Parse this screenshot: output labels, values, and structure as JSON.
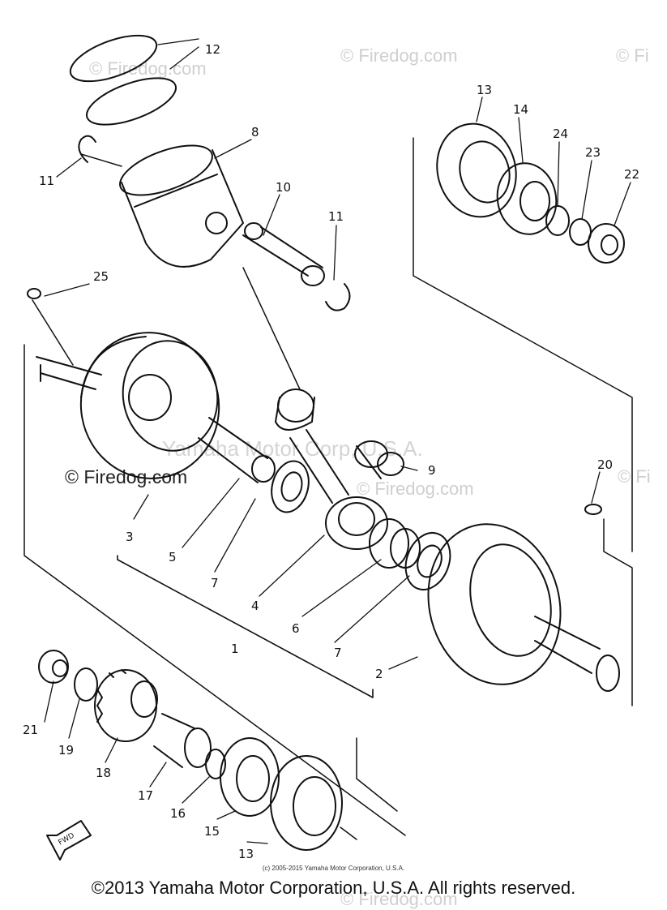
{
  "watermarks": {
    "firedog": "© Firedog.com",
    "firedog_bold": "© Firedog.com",
    "firedog_partial_right": "© Fi",
    "yamaha_center": "Yamaha Motor Corp, U.S.A."
  },
  "callouts": [
    "1",
    "2",
    "3",
    "4",
    "5",
    "6",
    "7",
    "7",
    "8",
    "9",
    "10",
    "11",
    "11",
    "12",
    "13",
    "13",
    "14",
    "15",
    "16",
    "17",
    "18",
    "19",
    "20",
    "21",
    "22",
    "23",
    "24",
    "25"
  ],
  "labels": {
    "fwd": "FWD"
  },
  "footer": {
    "small_copyright": "(c) 2005-2015 Yamaha Motor Corporation, U.S.A.",
    "copyright": "©2013 Yamaha Motor Corporation, U.S.A. All rights reserved."
  },
  "colors": {
    "line": "#111111",
    "watermark": "#cfcfcf"
  }
}
